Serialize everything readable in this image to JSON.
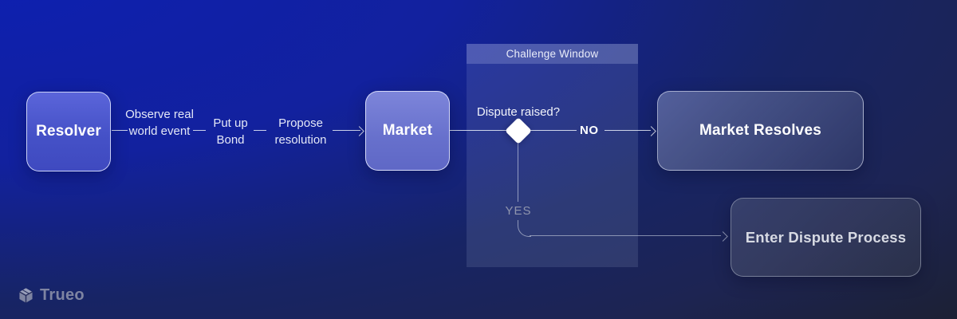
{
  "brand": {
    "name": "Trueo",
    "icon": "cube-icon"
  },
  "nodes": {
    "resolver": "Resolver",
    "market": "Market",
    "market_resolves": "Market Resolves",
    "enter_dispute": "Enter Dispute Process"
  },
  "edge_labels": {
    "observe": "Observe real world event",
    "bond": "Put up Bond",
    "propose": "Propose resolution"
  },
  "challenge_window": {
    "title": "Challenge Window",
    "question": "Dispute raised?",
    "no": "NO",
    "yes": "YES"
  },
  "colors": {
    "bg_top_left": "#0d1fb2",
    "bg_bottom_right": "#1b1f29",
    "node_resolver": "#4551c7",
    "node_market": "#6770cc",
    "line": "#e4e9f6",
    "yes_label": "#8f95ad",
    "brand": "#7e84a2"
  }
}
